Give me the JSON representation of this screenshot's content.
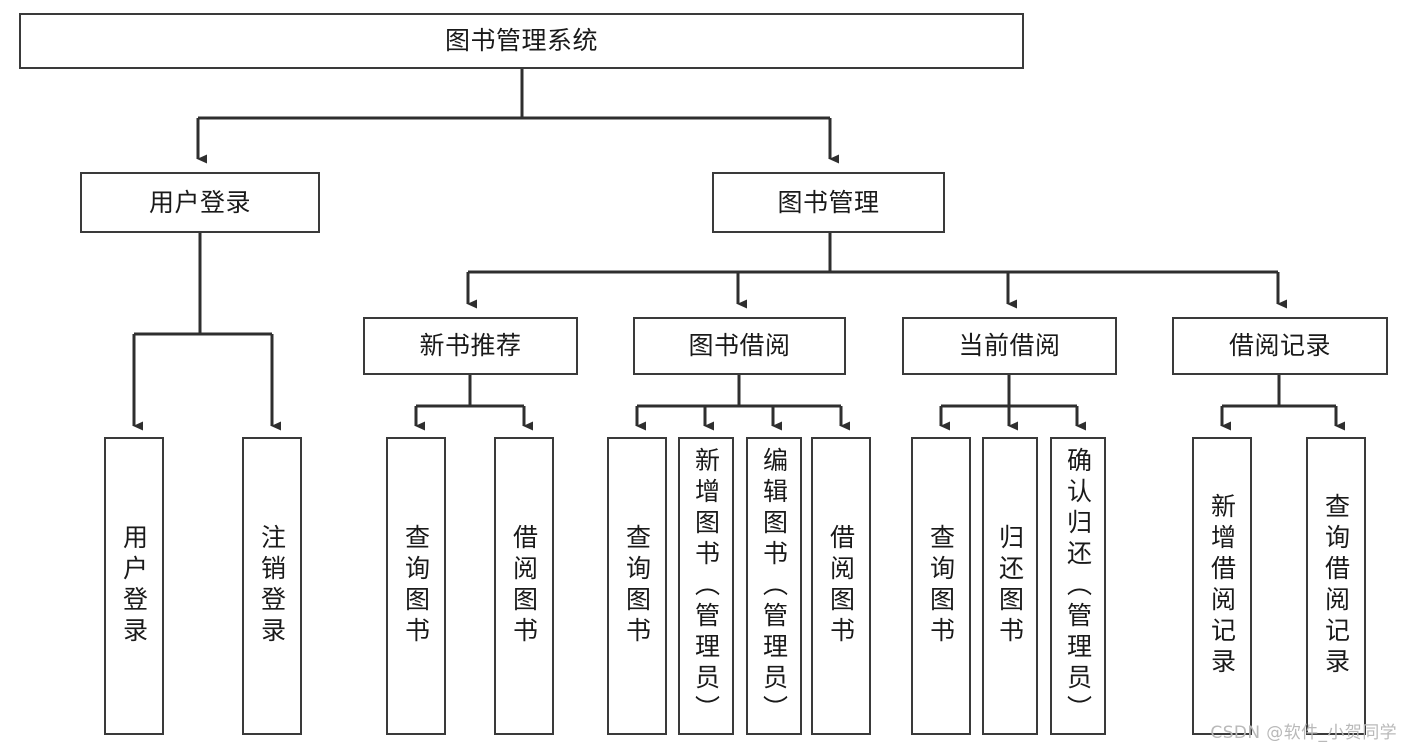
{
  "diagram": {
    "type": "tree",
    "title": "图书管理系统",
    "orientation": "top-down",
    "colors": {
      "background": "#ffffff",
      "box_border": "#3a3a3a",
      "box_fill": "#ffffff",
      "text": "#1a1a1a",
      "connector": "#3a3a3a",
      "watermark": "#b9b9b9"
    },
    "nodes": {
      "root": {
        "label": "图书管理系统"
      },
      "level1": [
        {
          "label": "用户登录"
        },
        {
          "label": "图书管理"
        }
      ],
      "level2": [
        {
          "label": "新书推荐"
        },
        {
          "label": "图书借阅"
        },
        {
          "label": "当前借阅"
        },
        {
          "label": "借阅记录"
        }
      ],
      "leaves": {
        "user_login": [
          {
            "label": "用户登录"
          },
          {
            "label": "注销登录"
          }
        ],
        "new_book_recommend": [
          {
            "label": "查询图书"
          },
          {
            "label": "借阅图书"
          }
        ],
        "book_borrow": [
          {
            "label": "查询图书"
          },
          {
            "label": "新增图书（管理员）"
          },
          {
            "label": "编辑图书（管理员）"
          },
          {
            "label": "借阅图书"
          }
        ],
        "current_borrow": [
          {
            "label": "查询图书"
          },
          {
            "label": "归还图书"
          },
          {
            "label": "确认归还（管理员）"
          }
        ],
        "borrow_record": [
          {
            "label": "新增借阅记录"
          },
          {
            "label": "查询借阅记录"
          }
        ]
      }
    },
    "watermark": "CSDN @软件_小贺同学"
  }
}
